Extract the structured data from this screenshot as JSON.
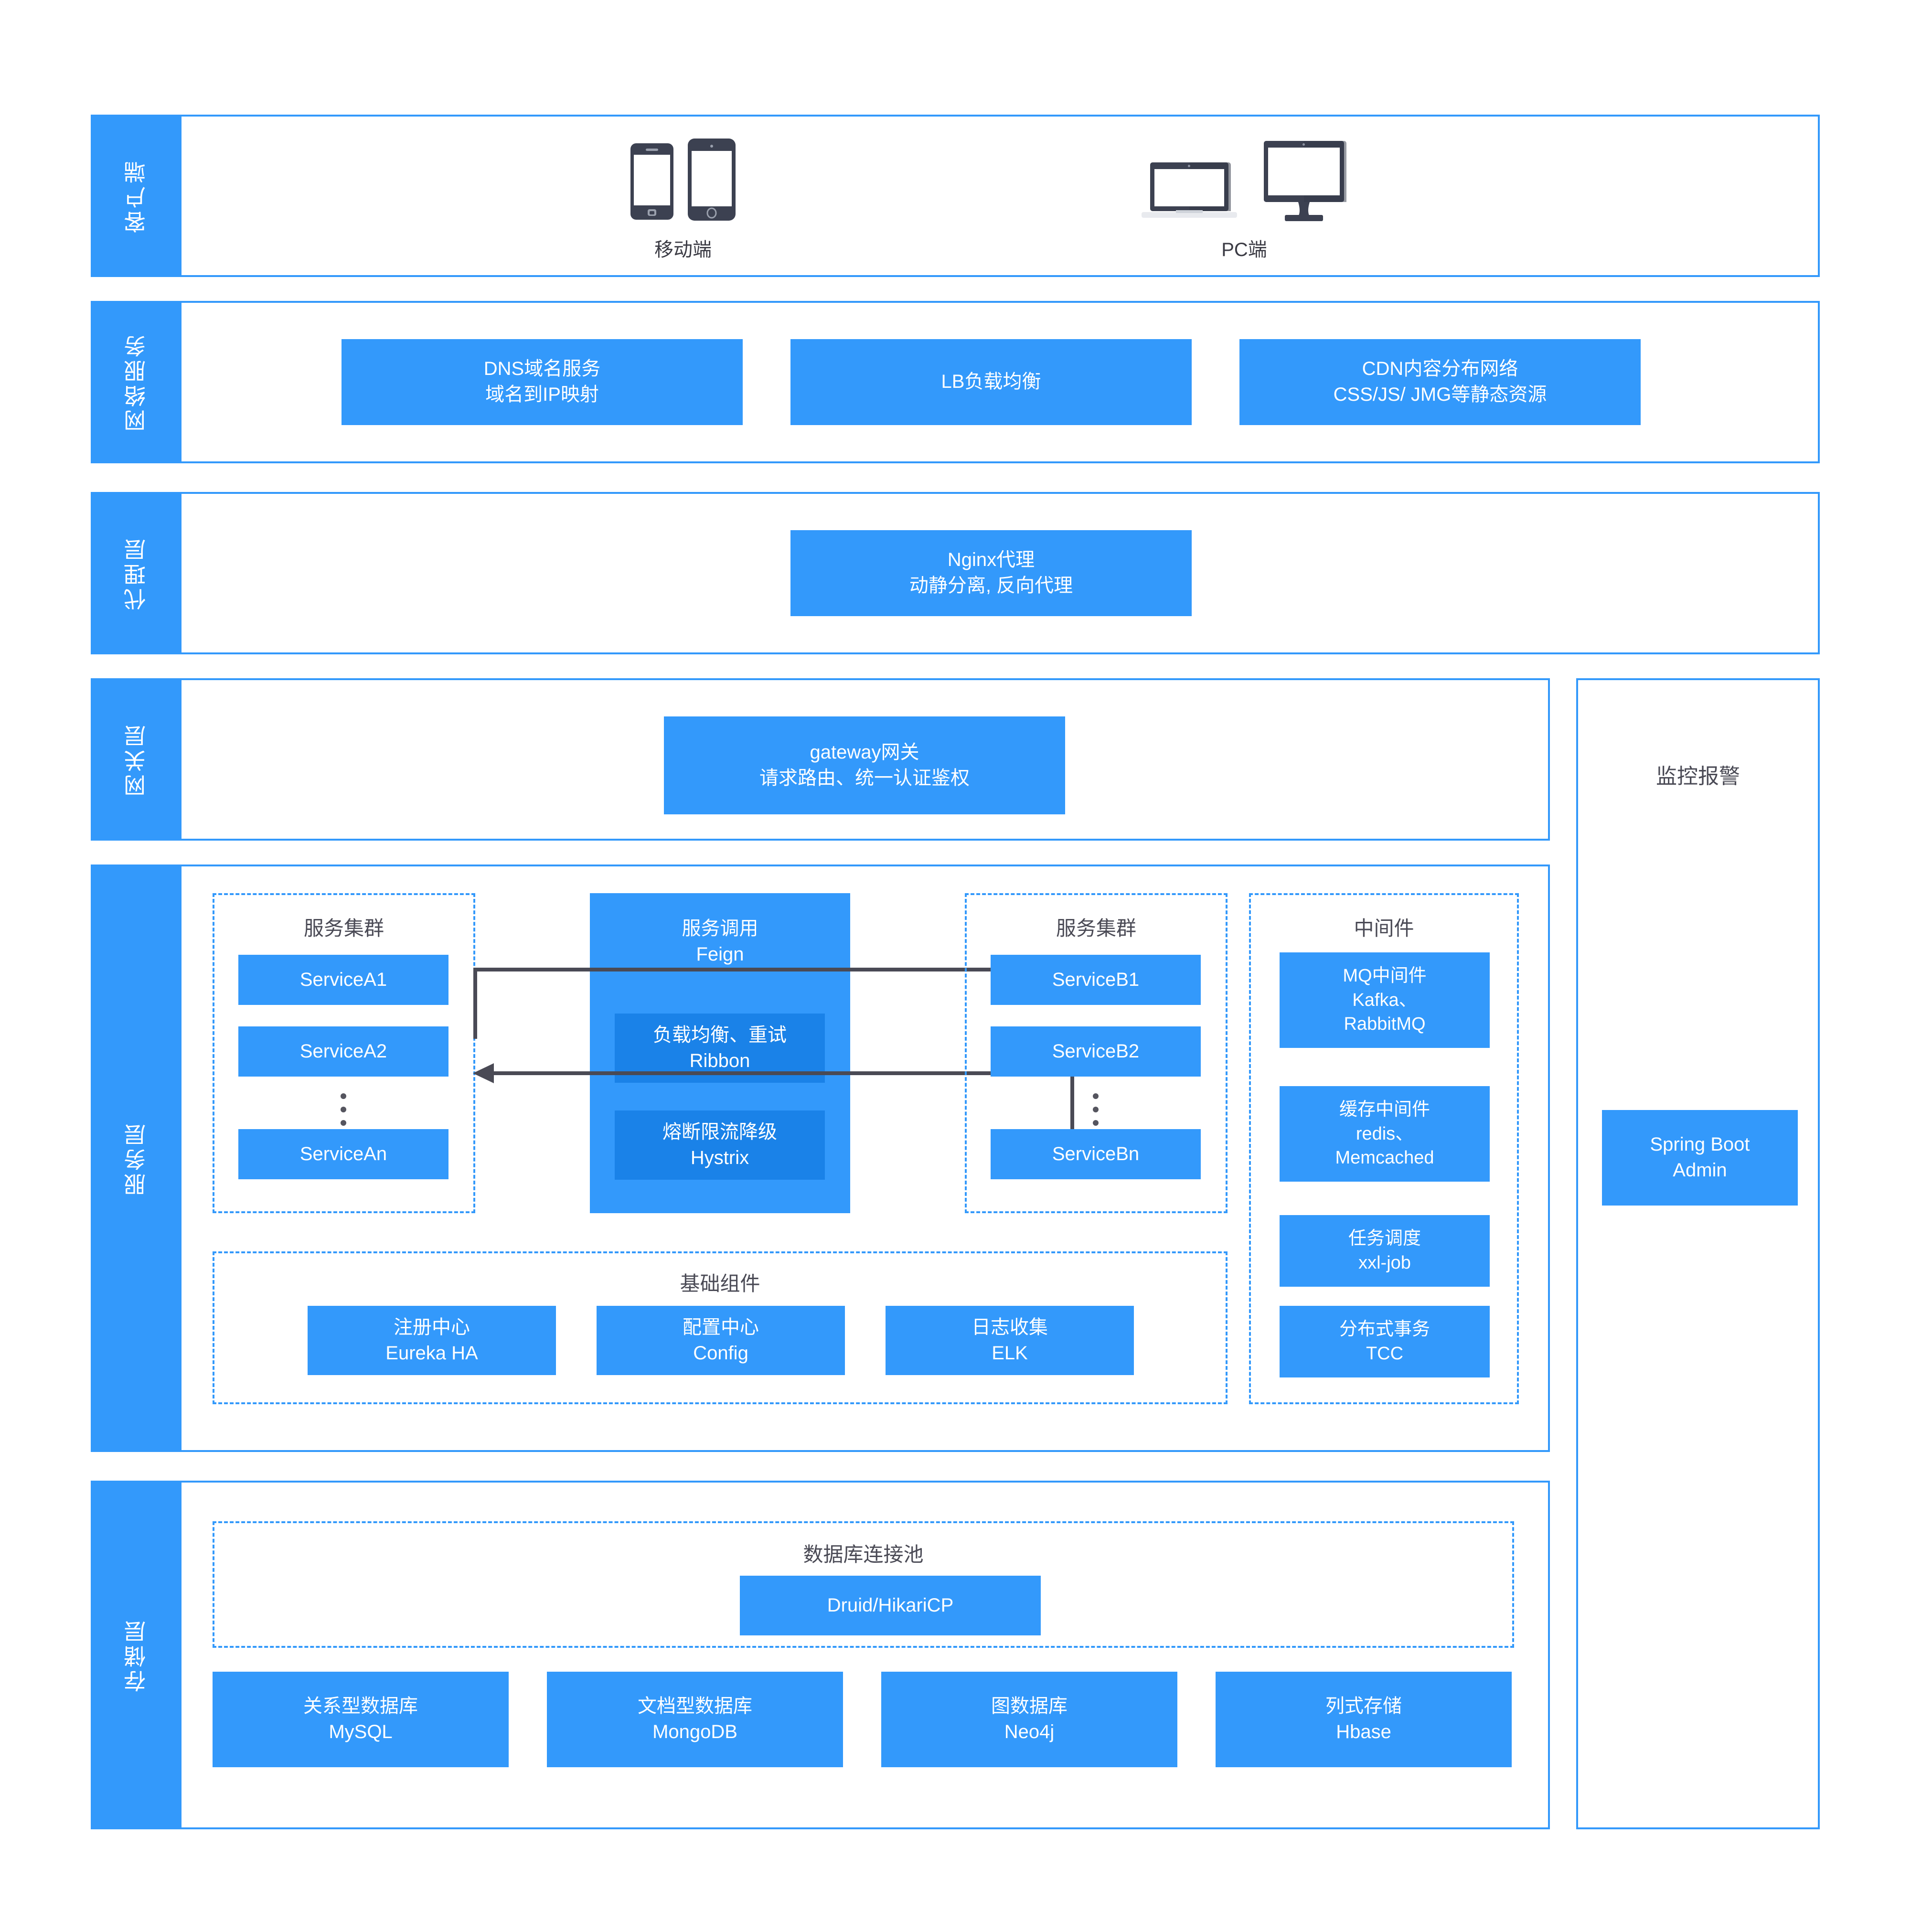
{
  "layers": {
    "client": {
      "label": "客户端",
      "devices": [
        {
          "name": "移动端",
          "icons": [
            "phone-icon",
            "tablet-icon"
          ]
        },
        {
          "name": "PC端",
          "icons": [
            "laptop-icon",
            "monitor-icon"
          ]
        }
      ]
    },
    "network": {
      "label": "网络服务",
      "boxes": [
        {
          "lines": [
            "DNS域名服务",
            "域名到IP映射"
          ]
        },
        {
          "lines": [
            "LB负载均衡"
          ]
        },
        {
          "lines": [
            "CDN内容分布网络",
            "CSS/JS/ JMG等静态资源"
          ]
        }
      ]
    },
    "proxy": {
      "label": "代理层",
      "boxes": [
        {
          "lines": [
            "Nginx代理",
            "动静分离, 反向代理"
          ]
        }
      ]
    },
    "gateway": {
      "label": "网关层",
      "boxes": [
        {
          "lines": [
            "gateway网关",
            "请求路由、统一认证鉴权"
          ]
        }
      ]
    },
    "service": {
      "label": "服务层",
      "cluster_a": {
        "title": "服务集群",
        "nodes": [
          "ServiceA1",
          "ServiceA2",
          "ServiceAn"
        ]
      },
      "cluster_b": {
        "title": "服务集群",
        "nodes": [
          "ServiceB1",
          "ServiceB2",
          "ServiceBn"
        ]
      },
      "call_box": {
        "lines": [
          "服务调用",
          "Feign"
        ],
        "sub_boxes": [
          {
            "lines": [
              "负载均衡、重试",
              "Ribbon"
            ]
          },
          {
            "lines": [
              "熔断限流降级",
              "Hystrix"
            ]
          }
        ]
      },
      "middleware": {
        "title": "中间件",
        "boxes": [
          {
            "lines": [
              "MQ中间件",
              "Kafka、",
              "RabbitMQ"
            ]
          },
          {
            "lines": [
              "缓存中间件",
              "redis、",
              "Memcached"
            ]
          },
          {
            "lines": [
              "任务调度",
              "xxl-job"
            ]
          },
          {
            "lines": [
              "分布式事务",
              "TCC"
            ]
          }
        ]
      },
      "base_components": {
        "title": "基础组件",
        "boxes": [
          {
            "lines": [
              "注册中心",
              "Eureka HA"
            ]
          },
          {
            "lines": [
              "配置中心",
              "Config"
            ]
          },
          {
            "lines": [
              "日志收集",
              "ELK"
            ]
          }
        ]
      }
    },
    "storage": {
      "label": "存储层",
      "pool": {
        "title": "数据库连接池",
        "box": {
          "lines": [
            "Druid/HikariCP"
          ]
        }
      },
      "databases": [
        {
          "lines": [
            "关系型数据库",
            "MySQL"
          ]
        },
        {
          "lines": [
            "文档型数据库",
            "MongoDB"
          ]
        },
        {
          "lines": [
            "图数据库",
            "Neo4j"
          ]
        },
        {
          "lines": [
            "列式存储",
            "Hbase"
          ]
        }
      ]
    }
  },
  "monitoring": {
    "title": "监控报警",
    "box": {
      "lines": [
        "Spring Boot",
        "Admin"
      ]
    }
  },
  "colors": {
    "accent": "#3399fb",
    "accent_dark": "#1a82e8",
    "text_dark": "#4a4a55",
    "arrow": "#4a4a55",
    "device_dark": "#3c4151",
    "white": "#ffffff"
  }
}
